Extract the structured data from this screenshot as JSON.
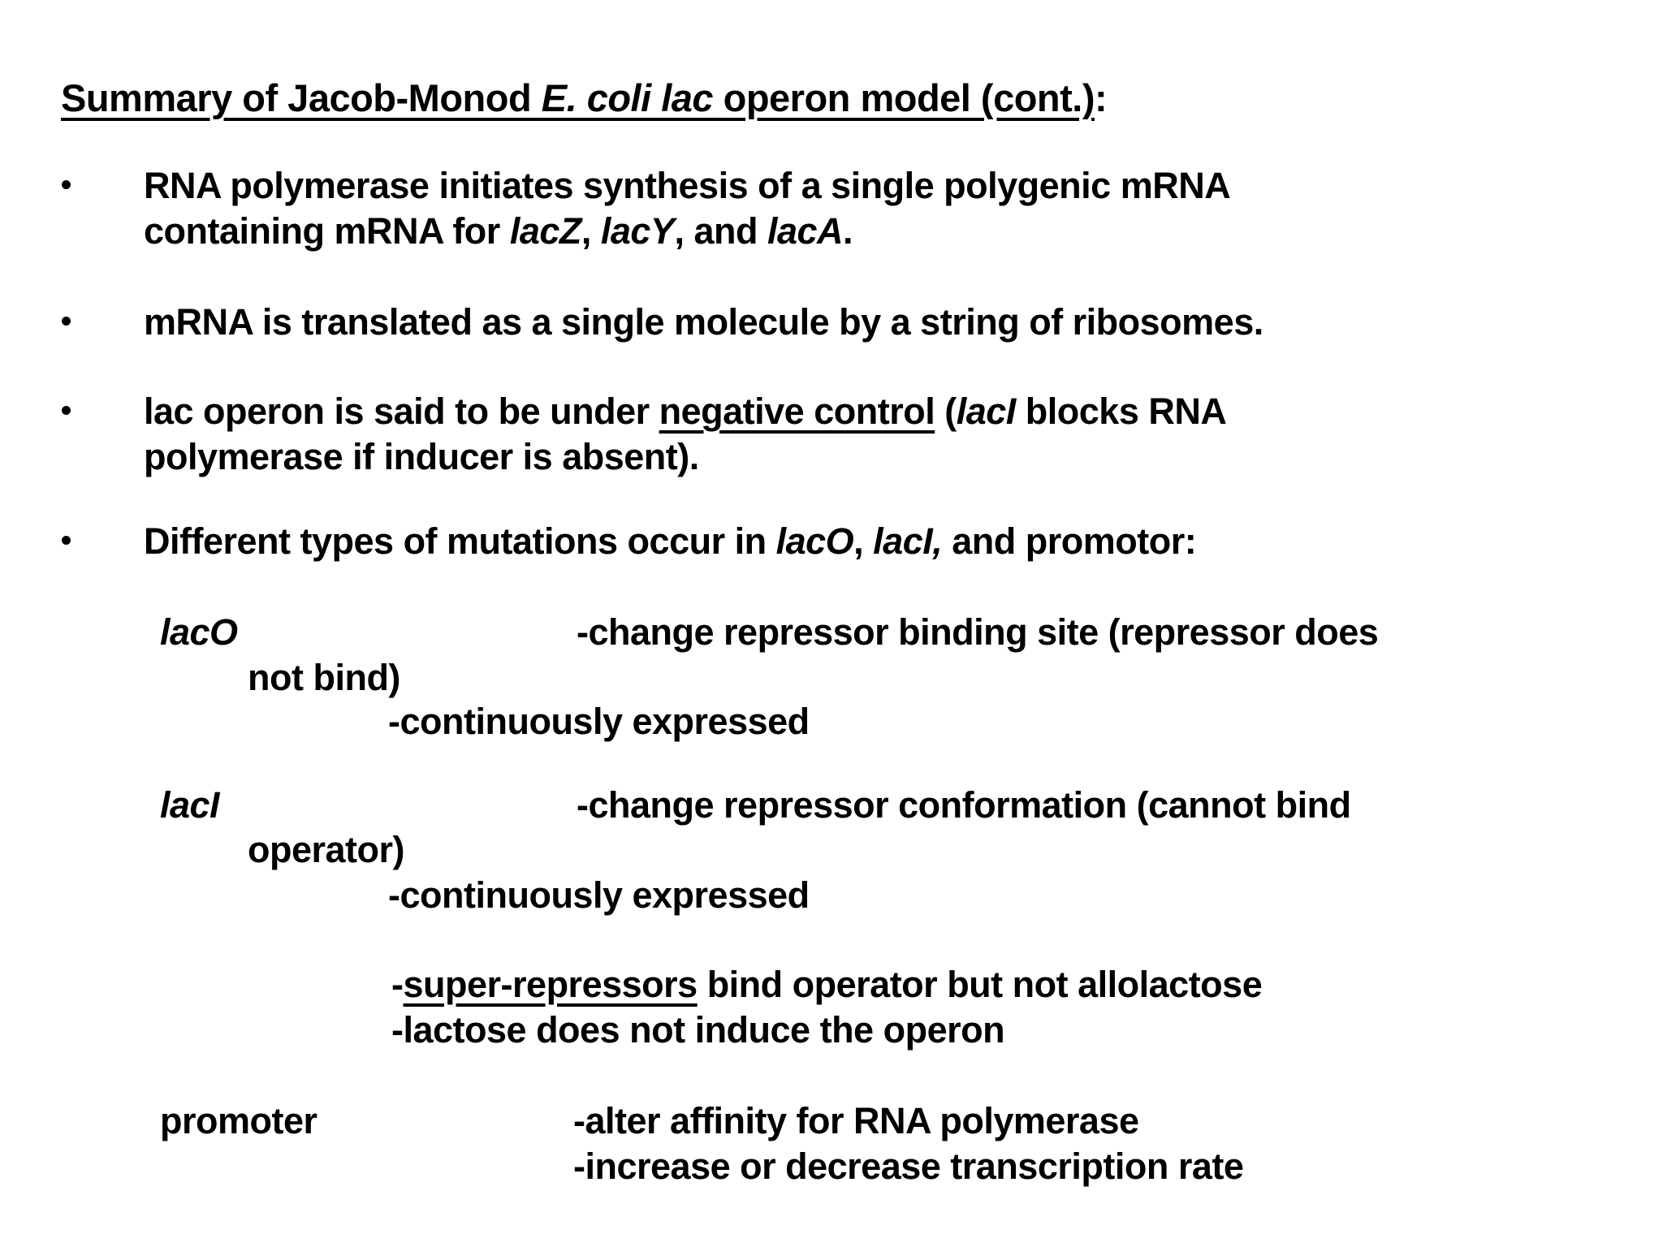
{
  "colors": {
    "text": "#000000",
    "background": "#ffffff"
  },
  "title": {
    "seg1": "Summary of Jacob-Monod ",
    "seg2": "E. coli lac",
    "seg3": " operon model (cont.)",
    "seg4": ":"
  },
  "bullets": {
    "b1": {
      "line1": "RNA polymerase initiates synthesis of a single polygenic mRNA",
      "line2_pre": "containing mRNA for ",
      "gene1": "lacZ",
      "sep1": ", ",
      "gene2": "lacY",
      "sep2": ", and ",
      "gene3": "lacA",
      "end": "."
    },
    "b2": {
      "line1": "mRNA is translated as a single molecule by a string of ribosomes."
    },
    "b3": {
      "pre": "lac operon is said to be under ",
      "underlined": "negative control",
      "mid": " (",
      "gene": "lacI",
      "post": " blocks RNA",
      "line2": "polymerase if inducer is absent)."
    },
    "b4": {
      "pre": "Different types of mutations occur in ",
      "gene1": "lacO",
      "sep1": ", ",
      "gene2": "lacI,",
      "post": " and promotor:"
    }
  },
  "mutations": {
    "lacO": {
      "label": "lacO",
      "desc1": "-change repressor binding site (repressor does",
      "desc1_cont": "not bind)",
      "desc2": "-continuously expressed"
    },
    "lacI": {
      "label": "lacI",
      "desc1": "-change repressor conformation (cannot bind",
      "desc1_cont": "operator)",
      "desc2": "-continuously expressed"
    },
    "superRepressor": {
      "dash": "-",
      "underlined": "super-repressors",
      "rest": " bind operator but not allolactose",
      "line2": "-lactose does not induce the operon"
    },
    "promoter": {
      "label": "promoter",
      "desc1": "-alter affinity for RNA polymerase",
      "desc2": "-increase or decrease transcription rate"
    }
  }
}
